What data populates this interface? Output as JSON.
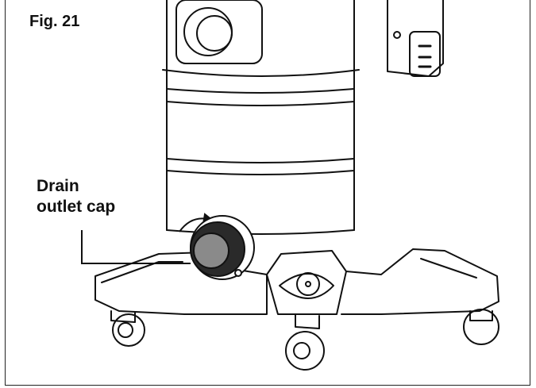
{
  "figure": {
    "label": "Fig. 21",
    "callout_line1": "Drain",
    "callout_line2": "outlet cap"
  },
  "colors": {
    "ink": "#111111",
    "background": "#ffffff",
    "cap_grey": "#8a8a8a"
  }
}
